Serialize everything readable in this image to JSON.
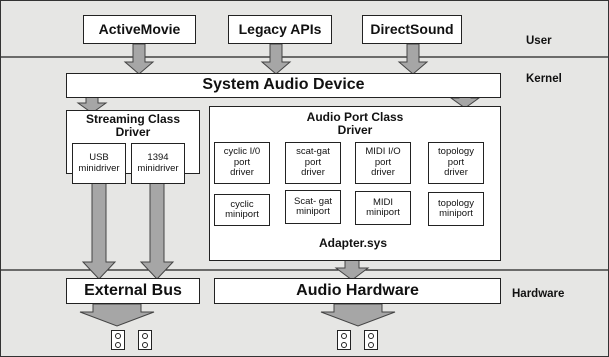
{
  "layers": {
    "user": "User",
    "kernel": "Kernel",
    "hardware": "Hardware"
  },
  "apis": {
    "activemovie": "ActiveMovie",
    "legacy": "Legacy APIs",
    "directsound": "DirectSound"
  },
  "system_audio_device": "System Audio Device",
  "streaming": {
    "title": "Streaming Class\nDriver",
    "usb": "USB\nminidriver",
    "ieee1394": "1394\nminidriver"
  },
  "audio_port": {
    "title": "Audio Port Class\nDriver",
    "port_drivers": [
      "cyclic I/0\nport\ndriver",
      "scat-gat\nport\ndriver",
      "MIDI I/O\nport\ndriver",
      "topology\nport\ndriver"
    ],
    "miniports": [
      "cyclic\nminiport",
      "Scat- gat\nminiport",
      "MIDI\nminiport",
      "topology\nminiport"
    ],
    "adapter": "Adapter.sys"
  },
  "external_bus": "External Bus",
  "audio_hardware": "Audio Hardware",
  "colors": {
    "background": "#e6e6e4",
    "box": "#ffffff",
    "arrow": "#a6a6a6",
    "border": "#222222"
  }
}
